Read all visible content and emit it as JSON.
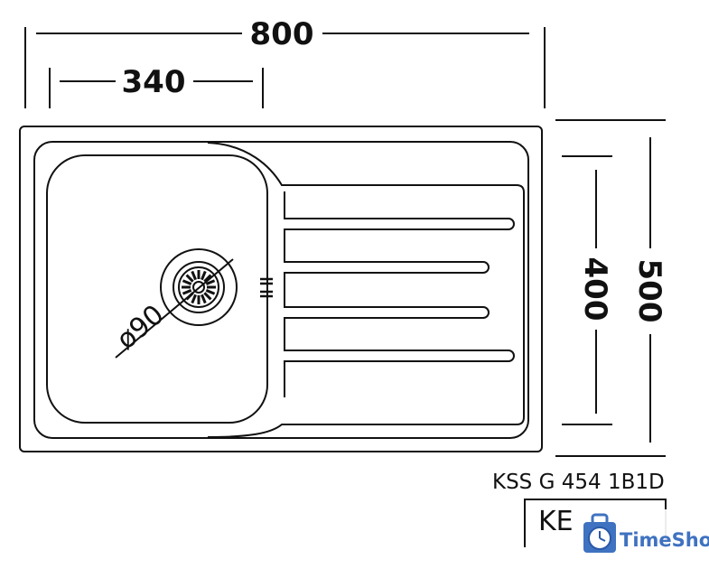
{
  "dimensions": {
    "width": "800",
    "bowl_width": "340",
    "depth": "500",
    "bowl_depth": "400",
    "drain_diameter": "ø90"
  },
  "model": "KSS G 454 1B1D",
  "brand_partial": "KE",
  "watermark": {
    "text": "TimeShop",
    "icon": "clock-bag-icon",
    "color": "#3f72c0"
  }
}
